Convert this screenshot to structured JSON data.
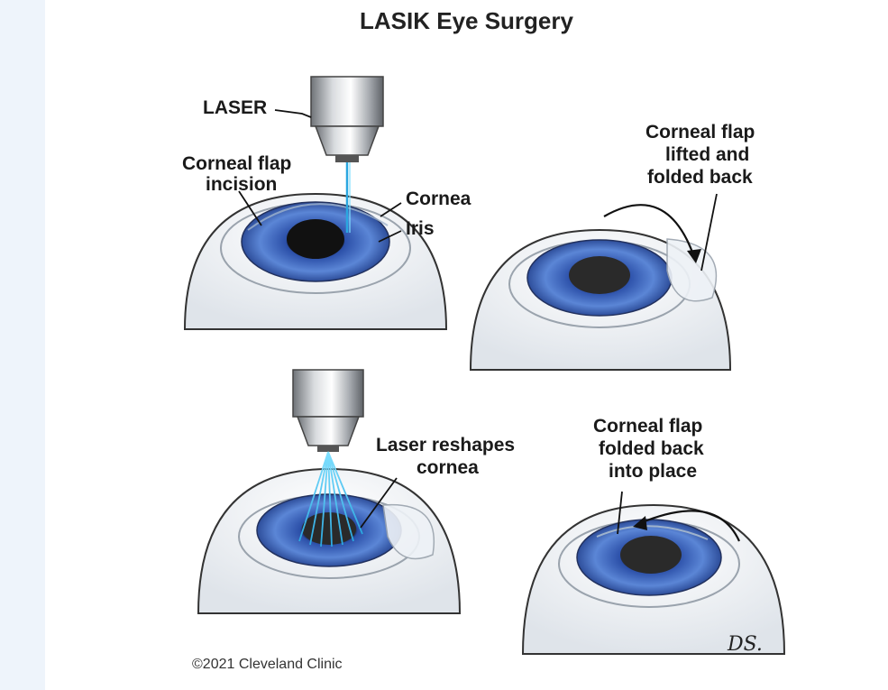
{
  "title": "LASIK Eye Surgery",
  "labels": {
    "laser": "LASER",
    "flap_incision_line1": "Corneal flap",
    "flap_incision_line2": "incision",
    "cornea": "Cornea",
    "iris": "Iris",
    "flap_lifted_line1": "Corneal flap",
    "flap_lifted_line2": "lifted and",
    "flap_lifted_line3": "folded back",
    "reshapes_line1": "Laser reshapes",
    "reshapes_line2": "cornea",
    "flap_back_line1": "Corneal flap",
    "flap_back_line2": "folded back",
    "flap_back_line3": "into place"
  },
  "credit": "©2021 Cleveland Clinic",
  "signature": "DS."
}
